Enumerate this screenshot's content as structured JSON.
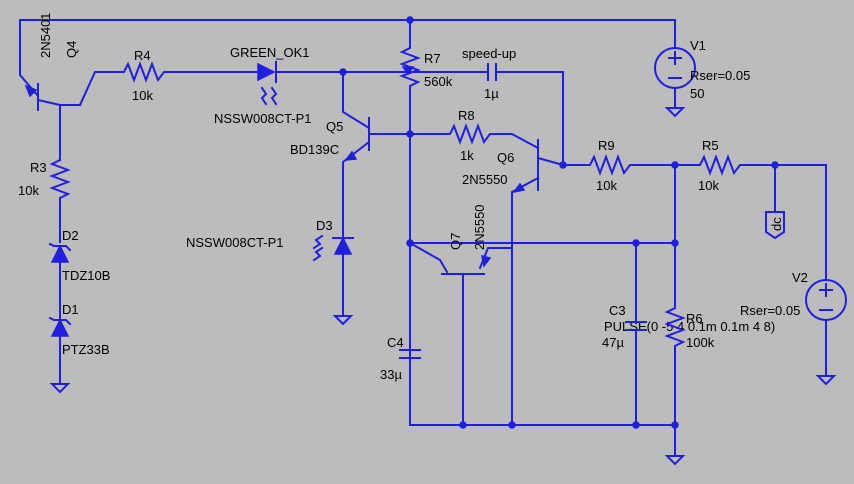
{
  "parts": {
    "q4": {
      "ref": "Q4",
      "model": "2N5401"
    },
    "r4": {
      "ref": "R4",
      "value": "10k"
    },
    "green": {
      "ref": "GREEN_OK1",
      "model": "NSSW008CT-P1"
    },
    "r7": {
      "ref": "R7",
      "value": "560k"
    },
    "speedup": {
      "name": "speed-up",
      "value": "1µ"
    },
    "v1": {
      "ref": "V1",
      "rser": "Rser=0.05",
      "value": "50"
    },
    "q5": {
      "ref": "Q5",
      "model": "BD139C"
    },
    "r8": {
      "ref": "R8",
      "value": "1k"
    },
    "q6": {
      "ref": "Q6",
      "model": "2N5550"
    },
    "r9": {
      "ref": "R9",
      "value": "10k"
    },
    "r5": {
      "ref": "R5",
      "value": "10k"
    },
    "r3": {
      "ref": "R3",
      "value": "10k"
    },
    "d2": {
      "ref": "D2",
      "model": "TDZ10B"
    },
    "d1": {
      "ref": "D1",
      "model": "PTZ33B"
    },
    "d3": {
      "ref": "D3",
      "model": "NSSW008CT-P1"
    },
    "q7": {
      "ref": "Q7",
      "model": "2N5550"
    },
    "c4": {
      "ref": "C4",
      "value": "33µ"
    },
    "c3": {
      "ref": "C3",
      "value": "47µ"
    },
    "r6": {
      "ref": "R6",
      "value": "100k"
    },
    "v2": {
      "ref": "V2",
      "rser": "Rser=0.05",
      "value": "PULSE(0 -5 4 0.1m 0.1m 4 8)"
    },
    "netlabel": {
      "name": "dc"
    }
  },
  "colors": {
    "background": "#bcbcbc",
    "wire": "#1f1fe0",
    "text": "#000000"
  }
}
